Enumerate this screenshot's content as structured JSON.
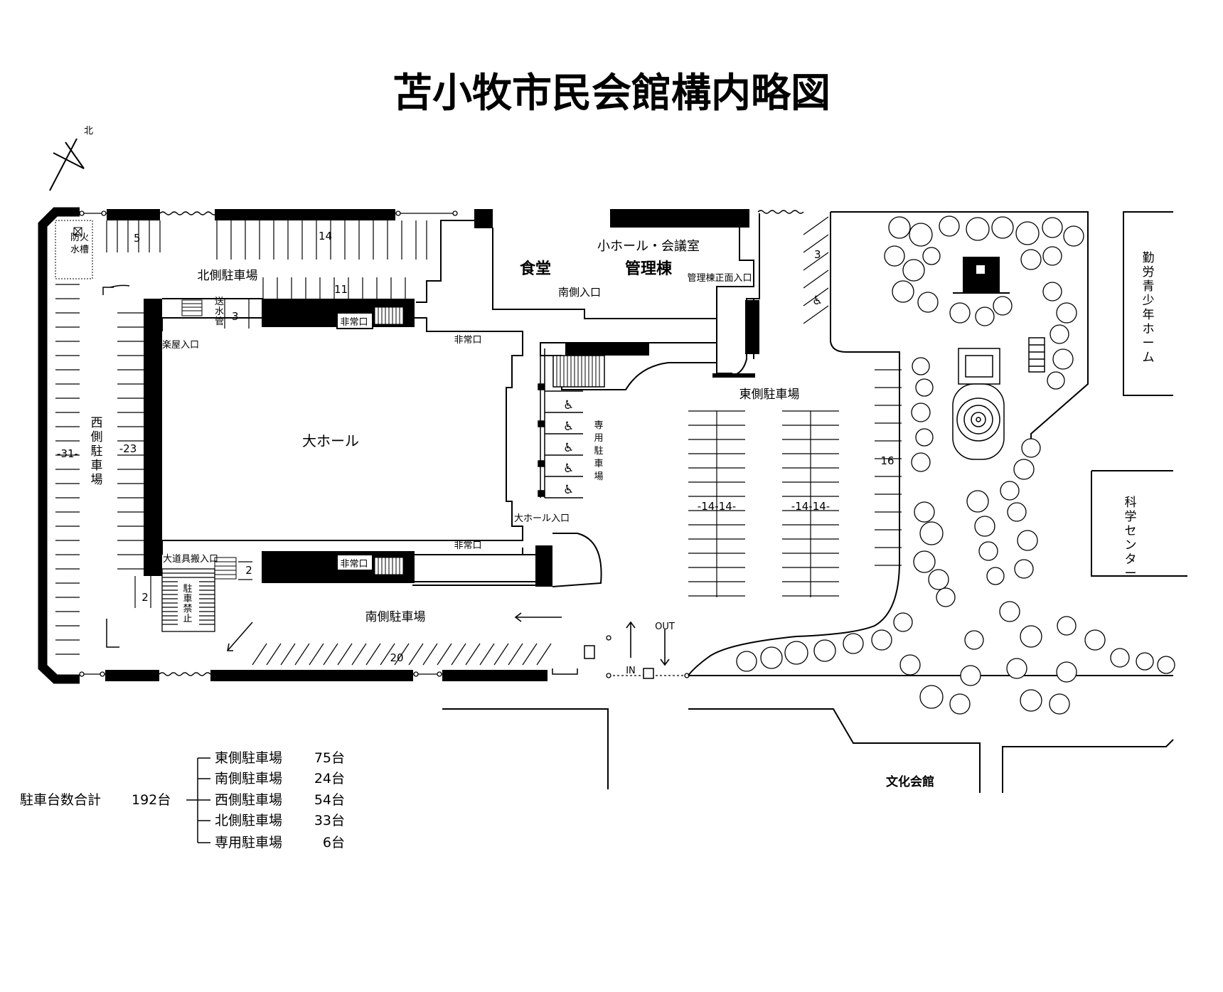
{
  "title": "苫小牧市民会館構内略図",
  "north": "北",
  "rooms": {
    "big_hall": "大ホール",
    "small_hall": "小ホール・会議室",
    "restaurant": "食堂",
    "admin": "管理棟",
    "admin_entrance": "管理棟正面入口",
    "south_entrance": "南側入口",
    "bighall_entrance": "大ホール入口",
    "dressing_entrance": "楽屋入口",
    "props_entrance": "大道具搬入口",
    "emergency": "非常口",
    "fire_tank_1": "防火",
    "fire_tank_2": "水槽",
    "water_pipe": [
      "送",
      "水",
      "管"
    ],
    "no_parking": [
      "駐",
      "車",
      "禁",
      "止"
    ]
  },
  "lots": {
    "north": "北側駐車場",
    "west": [
      "西",
      "側",
      "駐",
      "車",
      "場"
    ],
    "east": "東側駐車場",
    "south": "南側駐車場",
    "private": [
      "専",
      "用",
      "駐",
      "車",
      "場"
    ]
  },
  "counts": {
    "n5": "5",
    "n14": "14",
    "n11": "11",
    "n3a": "3",
    "n3b": "3",
    "n31": "-31-",
    "n23": "-23",
    "n2a": "2",
    "n2b": "2",
    "n20": "20",
    "n16": "16",
    "e1": "-14-14-",
    "e2": "-14-14-"
  },
  "labels": {
    "in": "IN",
    "out": "OUT",
    "culture_hall": "文化会館",
    "youth_home": [
      "勤",
      "労",
      "青",
      "少",
      "年",
      "ホ",
      "ー",
      "ム"
    ],
    "science": [
      "科",
      "学",
      "セ",
      "ン",
      "タ",
      "ー"
    ]
  },
  "legend": {
    "total_label": "駐車台数合計",
    "total_value": "192台",
    "items": [
      {
        "name": "東側駐車場",
        "value": "75台"
      },
      {
        "name": "南側駐車場",
        "value": "24台"
      },
      {
        "name": "西側駐車場",
        "value": "54台"
      },
      {
        "name": "北側駐車場",
        "value": "33台"
      },
      {
        "name": "専用駐車場",
        "value": "6台"
      }
    ]
  },
  "icons": {
    "wheelchair": "♿"
  }
}
